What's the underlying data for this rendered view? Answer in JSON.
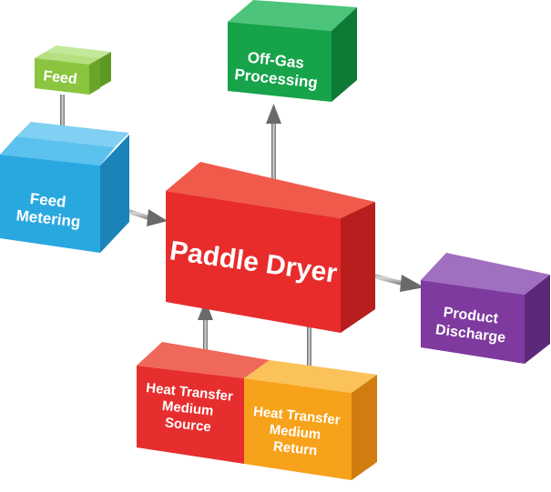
{
  "nodes": {
    "feed": {
      "label": "Feed",
      "color": "#8BC53F"
    },
    "feed_metering": {
      "label_lines": [
        "Feed",
        "Metering"
      ],
      "color": "#29A8E0"
    },
    "off_gas": {
      "label_lines": [
        "Off-Gas",
        "Processing"
      ],
      "color": "#16A34A"
    },
    "paddle_dryer": {
      "label": "Paddle Dryer",
      "color": "#E82C2C"
    },
    "product_discharge": {
      "label_lines": [
        "Product",
        "Discharge"
      ],
      "color": "#7E3A9E"
    },
    "htm_source": {
      "label_lines": [
        "Heat Transfer",
        "Medium",
        "Source"
      ],
      "color": "#E62E2E"
    },
    "htm_return": {
      "label_lines": [
        "Heat Transfer",
        "Medium",
        "Return"
      ],
      "color": "#F7A21B"
    }
  },
  "arrow_color": "#7F7F7F"
}
